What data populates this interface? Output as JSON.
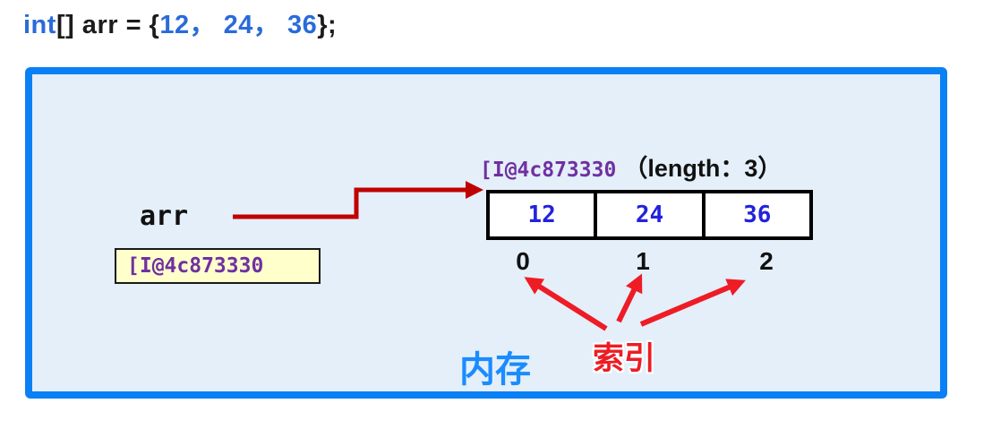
{
  "code": {
    "keyword": "int",
    "declaration": "[] arr = {",
    "values": "12， 24， 36",
    "suffix": "};"
  },
  "memory": {
    "variable": "arr",
    "reference": "[I@4c873330",
    "length": "（length：3）",
    "cells": [
      {
        "value": "12",
        "index": "0"
      },
      {
        "value": "24",
        "index": "1"
      },
      {
        "value": "36",
        "index": "2"
      }
    ],
    "pointer_box_text": "[I@4c873330",
    "label_memory": "内存",
    "label_index": "索引"
  },
  "colors": {
    "box_border": "#0a80f5",
    "box_bg": "#e4effa",
    "pointer_arrow": "#c00000",
    "index_arrow": "#ee1c25",
    "memory_label": "#1a8cfe",
    "index_label": "#ec1d24",
    "cell_value": "#2222dd",
    "reference_purple": "#7030a0",
    "code_blue": "#2a6bd9",
    "ref_box_bg": "#ffffcc"
  }
}
